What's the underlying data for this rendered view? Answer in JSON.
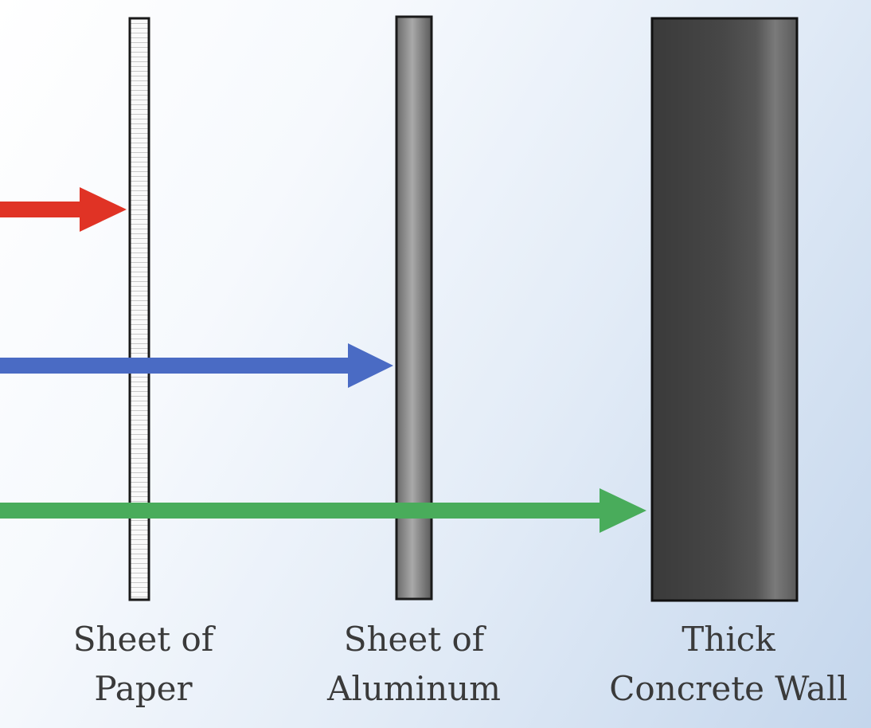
{
  "labels": {
    "paper": [
      "Sheet of",
      "Paper"
    ],
    "aluminum": [
      "Sheet of",
      "Aluminum"
    ],
    "concrete": [
      "Thick",
      "Concrete Wall"
    ]
  },
  "colors": {
    "arrow_stopped_by_paper": "#e03325",
    "arrow_stopped_by_aluminum": "#4a6bc4",
    "arrow_stopped_by_concrete": "#49ac5b",
    "concrete_fill": "#444444",
    "aluminum_fill": "#8a8a8a",
    "paper_fill": "#fafafa"
  }
}
